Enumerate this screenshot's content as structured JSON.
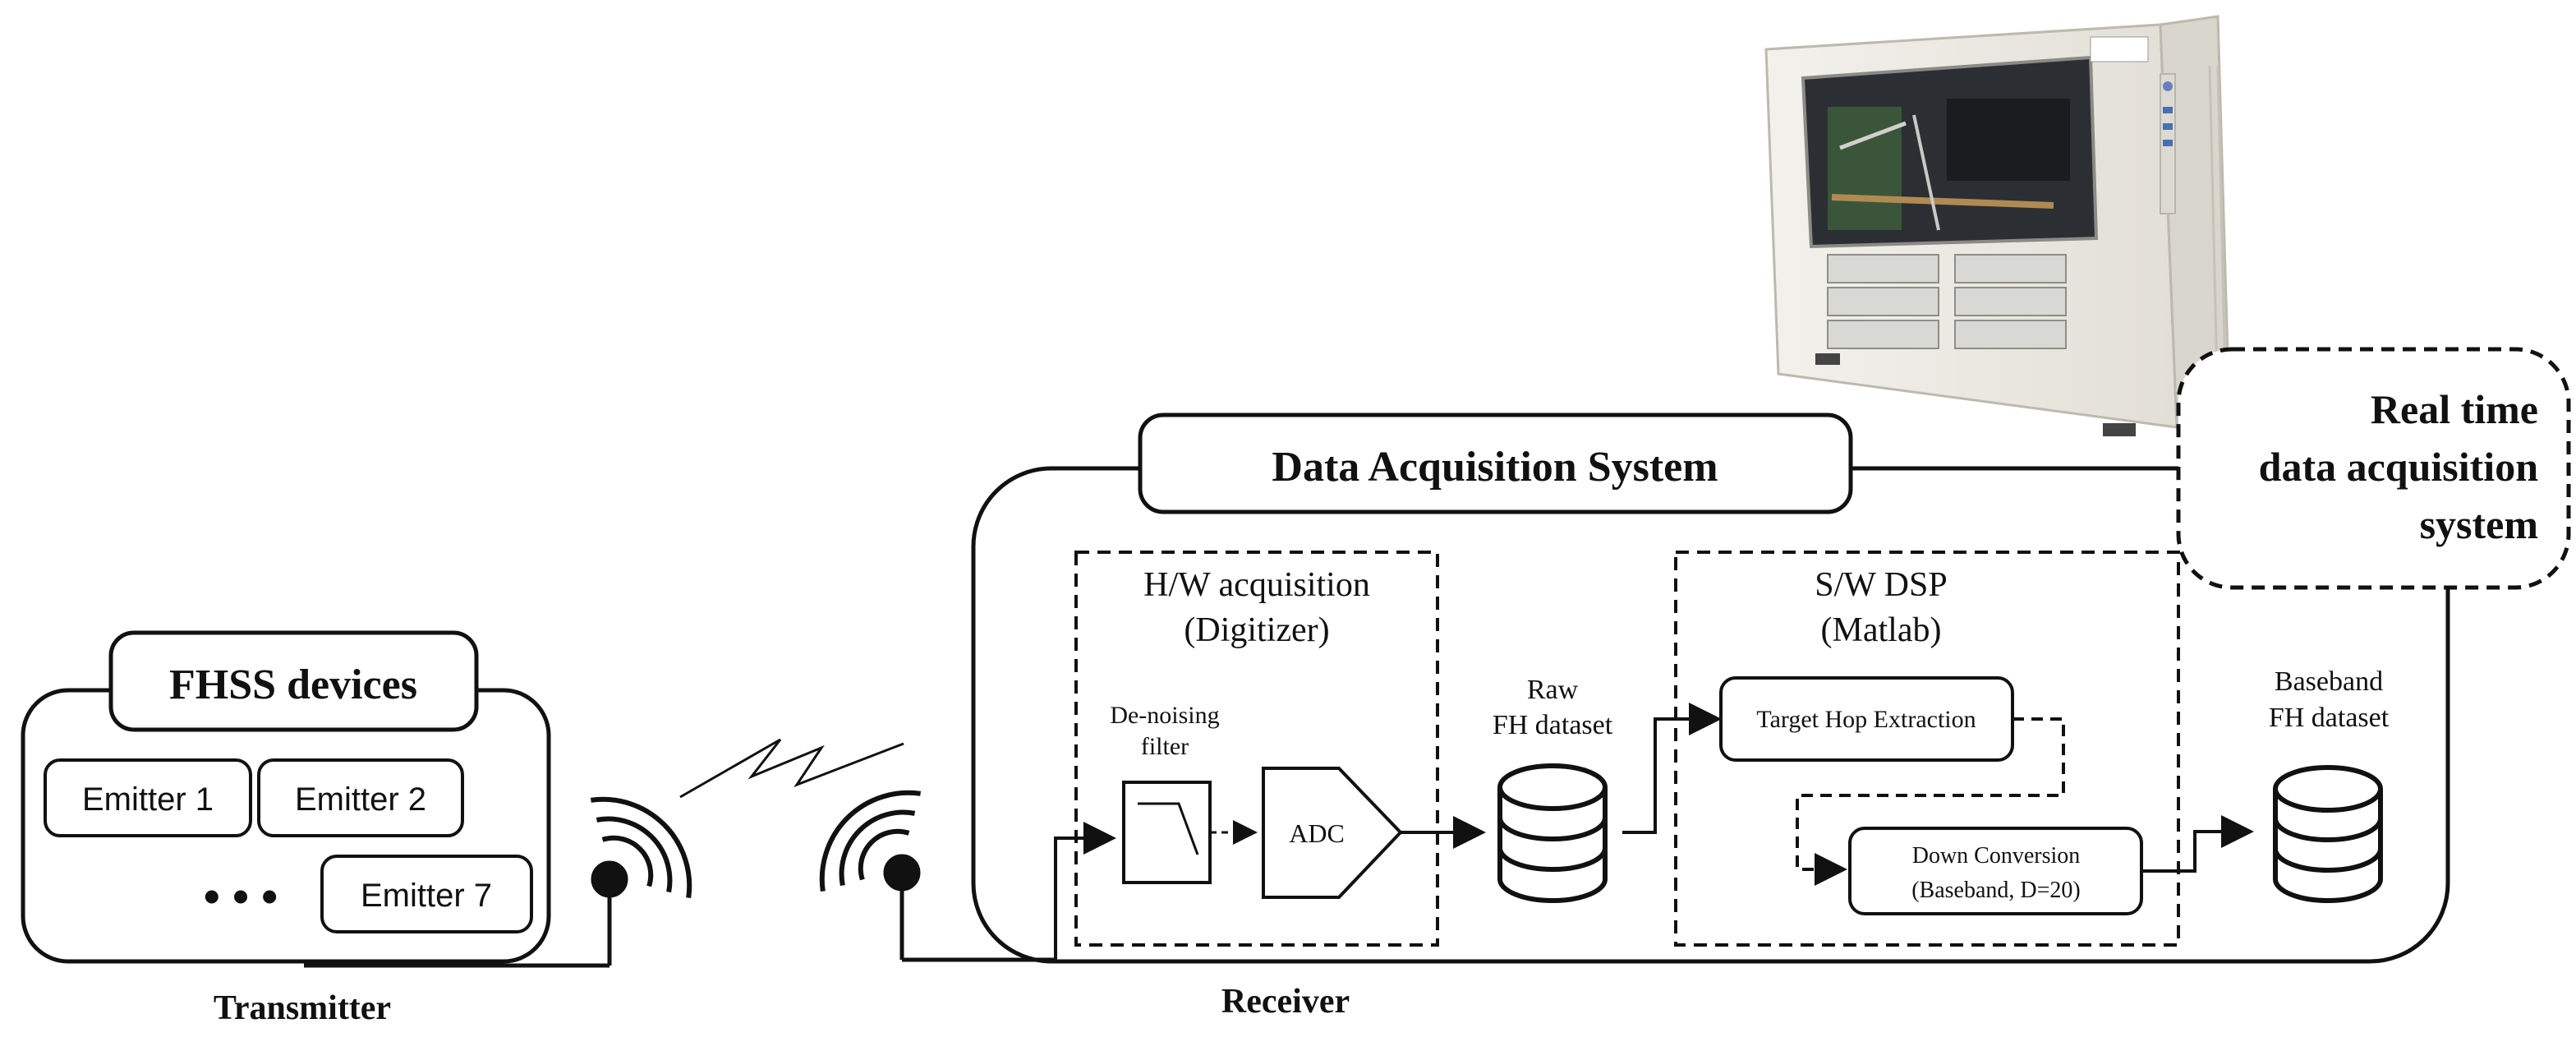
{
  "diagram": {
    "transmitter": {
      "group_title": "FHSS devices",
      "emitters": [
        "Emitter 1",
        "Emitter 2",
        "Emitter 7"
      ],
      "ellipsis": "• • •",
      "caption": "Transmitter"
    },
    "receiver": {
      "caption": "Receiver"
    },
    "das": {
      "title": "Data Acquisition System",
      "hw": {
        "title_line1": "H/W acquisition",
        "title_line2": "(Digitizer)",
        "filter_line1": "De-noising",
        "filter_line2": "filter",
        "adc": "ADC"
      },
      "raw_dataset": {
        "line1": "Raw",
        "line2": "FH dataset"
      },
      "sw": {
        "title_line1": "S/W DSP",
        "title_line2": "(Matlab)",
        "hop_extraction": "Target Hop Extraction",
        "down_line1": "Down Conversion",
        "down_line2": "(Baseband, D=20)"
      },
      "baseband_dataset": {
        "line1": "Baseband",
        "line2": "FH dataset"
      }
    },
    "realtime": {
      "line1": "Real time",
      "line2": "data acquisition",
      "line3": "system"
    },
    "colors": {
      "stroke": "#111111",
      "case": "#ece9e1",
      "window": "#2b2f33",
      "drive_bay": "#d8d8d4"
    }
  }
}
